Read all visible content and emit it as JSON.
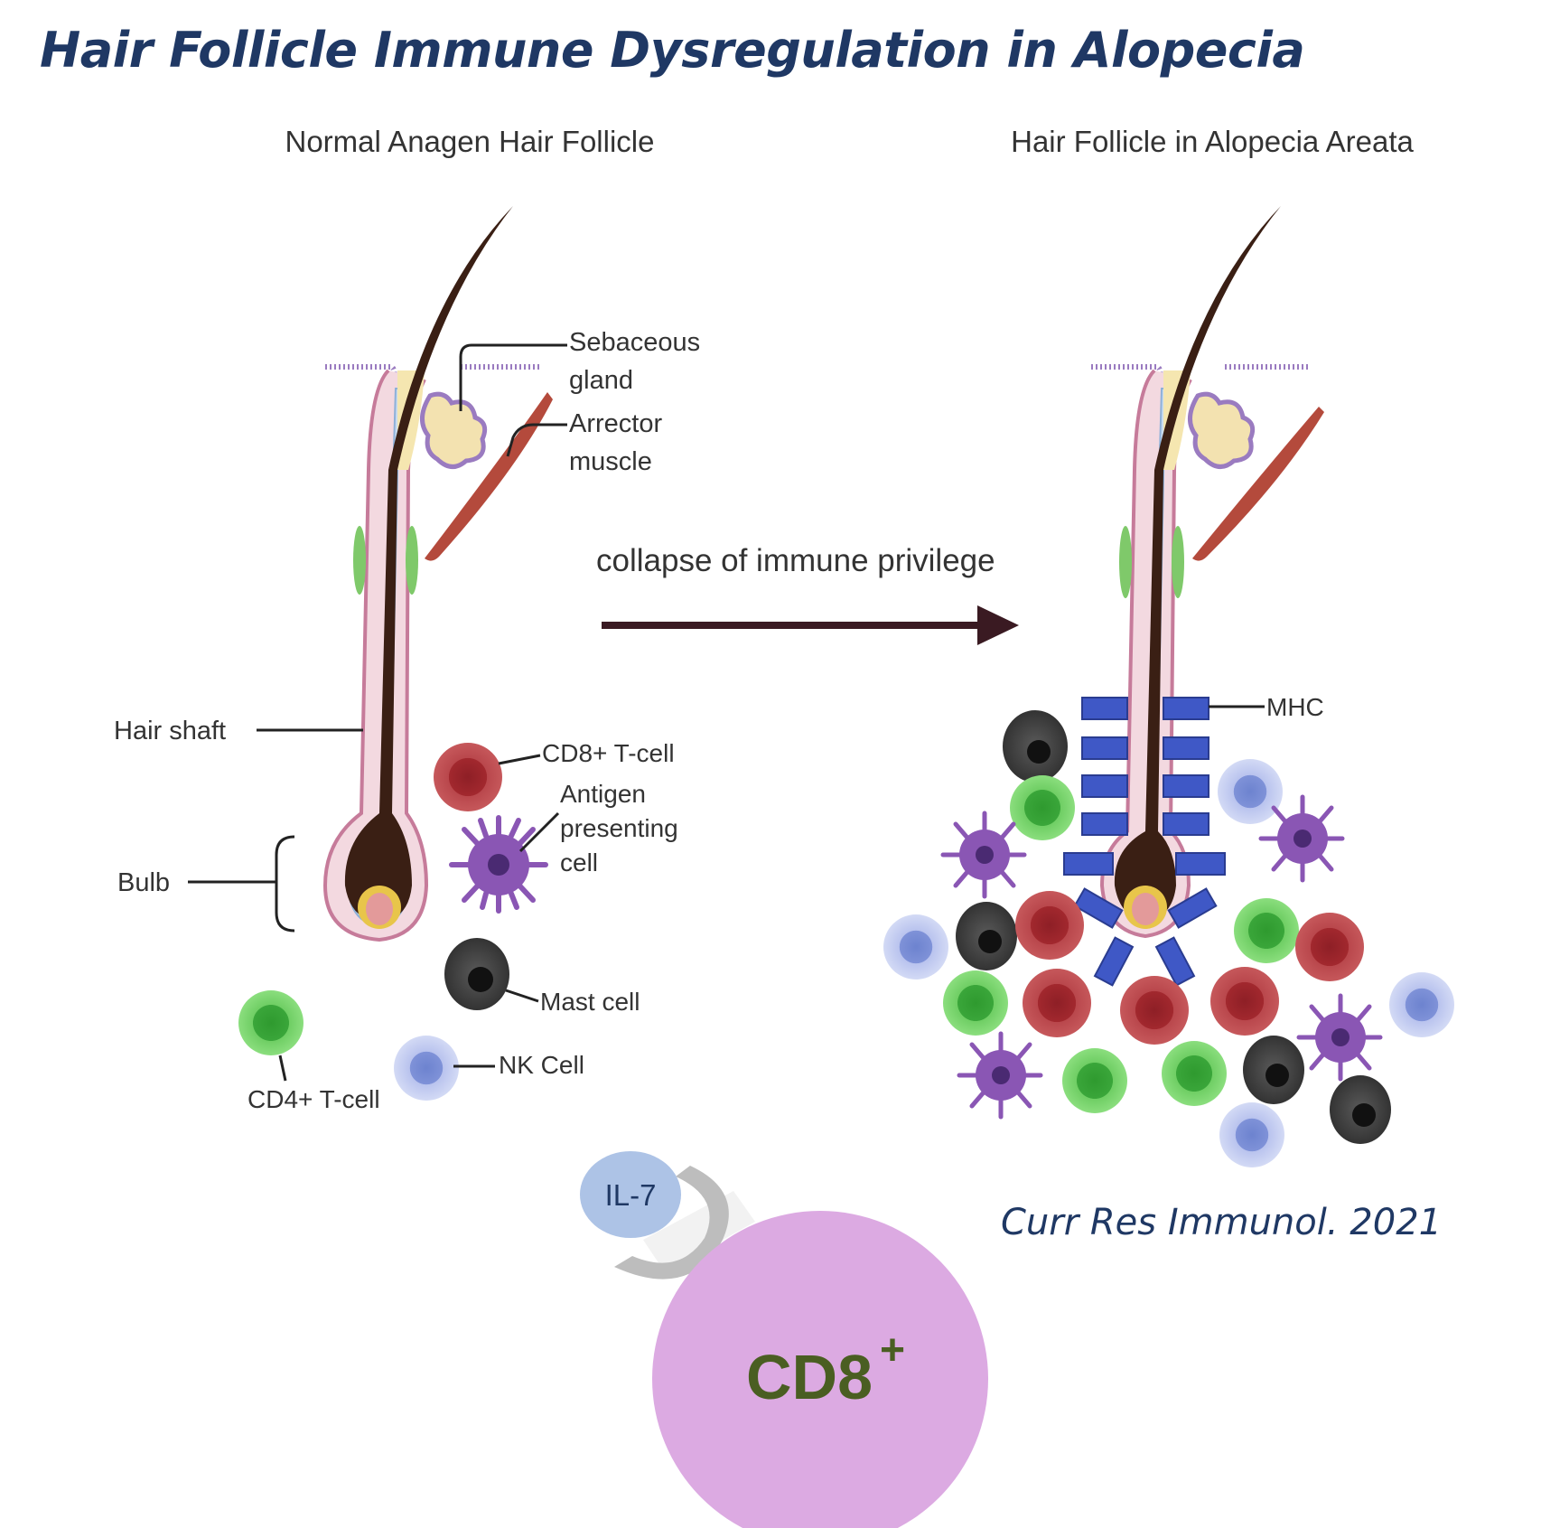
{
  "title": "Hair Follicle Immune Dysregulation in Alopecia",
  "citation": "Curr Res Immunol. 2021",
  "panels": {
    "left_title": "Normal Anagen Hair Follicle",
    "right_title": "Hair Follicle in Alopecia Areata"
  },
  "arrow_label": "collapse of immune privilege",
  "labels": {
    "sebaceous_line1": "Sebaceous",
    "sebaceous_line2": "gland",
    "arrector_line1": "Arrector",
    "arrector_line2": "muscle",
    "hair_shaft": "Hair shaft",
    "bulb": "Bulb",
    "cd8_tcell": "CD8+ T-cell",
    "apc_line1": "Antigen",
    "apc_line2": "presenting",
    "apc_line3": "cell",
    "mast_cell": "Mast cell",
    "nk_cell": "NK Cell",
    "cd4_tcell": "CD4+ T-cell",
    "mhc": "MHC"
  },
  "receptor_graphic": {
    "ligand": "IL-7",
    "cell_label": "CD8",
    "cell_superscript": "+"
  },
  "colors": {
    "title": "#1f3864",
    "hair": "#3a1f14",
    "cd8_cell": "#a8343a",
    "cd4_cell": "#6fce64",
    "mast_cell": "#4a4a4a",
    "nk_cell": "#b9c3ee",
    "apc": "#8a56b4",
    "mhc": "#3f58c6",
    "muscle": "#b44a3c",
    "cd8_big": "#dcaae2",
    "cd8_text": "#4a5e22",
    "il7": "#adc3e6"
  }
}
